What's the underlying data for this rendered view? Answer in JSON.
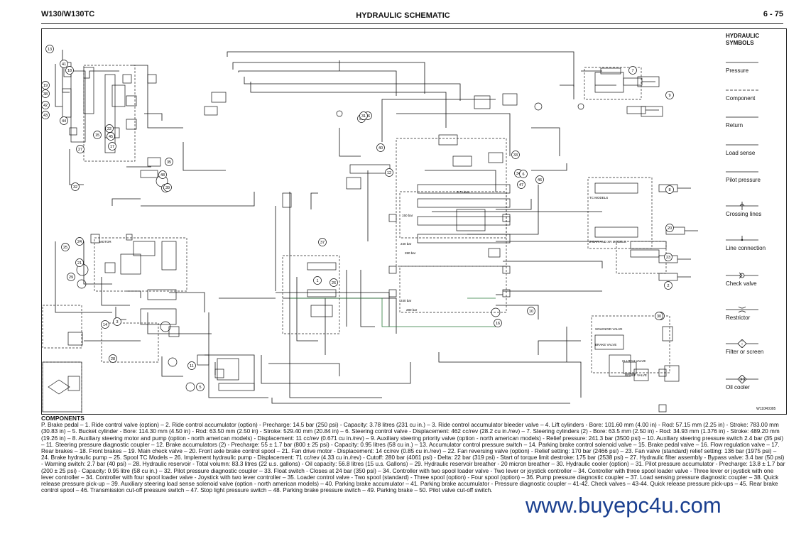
{
  "header": {
    "model": "W130/W130TC",
    "title": "HYDRAULIC SCHEMATIC",
    "page": "6 - 75"
  },
  "legend": {
    "title": "HYDRAULIC SYMBOLS",
    "items": [
      {
        "label": "Pressure",
        "icon": "pressure-line-icon"
      },
      {
        "label": "Component",
        "icon": "component-outline-icon"
      },
      {
        "label": "Return",
        "icon": "return-line-icon"
      },
      {
        "label": "Load sense",
        "icon": "load-sense-line-icon"
      },
      {
        "label": "Pilot pressure",
        "icon": "pilot-pressure-line-icon"
      },
      {
        "label": "Crossing lines",
        "icon": "crossing-lines-icon"
      },
      {
        "label": "Line connection",
        "icon": "line-connection-icon"
      },
      {
        "label": "Check valve",
        "icon": "check-valve-icon"
      },
      {
        "label": "Restrictor",
        "icon": "restrictor-icon"
      },
      {
        "label": "Filter or screen",
        "icon": "filter-icon"
      },
      {
        "label": "Oil cooler",
        "icon": "oil-cooler-icon"
      }
    ]
  },
  "figure_id": "W110R0385",
  "callouts": [
    "13",
    "41",
    "18",
    "19",
    "38",
    "42",
    "43",
    "44",
    "27",
    "15",
    "22",
    "45",
    "17",
    "35",
    "48",
    "49",
    "39",
    "32",
    "37",
    "50",
    "36",
    "40",
    "33",
    "34",
    "47",
    "46",
    "6",
    "7",
    "9",
    "8",
    "20",
    "23",
    "2",
    "24",
    "25",
    "21",
    "29",
    "14",
    "3",
    "28",
    "5",
    "11",
    "1",
    "16",
    "4",
    "10",
    "12",
    "31",
    "30",
    "26"
  ],
  "schematic_labels": {
    "tc_models": "TC MODELS",
    "z_bar_models": "Z-BAR AND XR MODELS",
    "solenoid_valve": "SOLENOID VALVE",
    "brake_valve": "BRAKE VALVE",
    "clutch_valve": "CLUTCH VALVE",
    "relief_valve": "RELIEF VALVE",
    "motor": "MOTOR",
    "bar_150": "150 bar",
    "bar_240": "240 bar",
    "bar_280": "280 bar",
    "bar_240b": "240 bar",
    "bar_280b": "280 bar",
    "lines_07": "0.7 Lines"
  },
  "components": {
    "title": "COMPONENTS",
    "text": "P. Brake pedal – 1. Ride control valve (option) – 2. Ride control accumulator (option) - Precharge: 14.5 bar (250 psi) - Capacity: 3.78 litres (231 cu in.) – 3. Ride control accumulator bleeder valve – 4. Lift cylinders - Bore: 101.60 mm (4.00 in) - Rod: 57.15 mm (2.25 in) - Stroke: 783.00 mm (30.83 in) – 5. Bucket cylinder - Bore: 114.30 mm (4.50 in) - Rod: 63.50 mm (2.50 in) - Stroke: 529.40 mm (20.84 in) – 6. Steering control valve - Displacement: 462 cc/rev (28.2 cu in./rev) – 7. Steering cylinders (2) - Bore: 63.5 mm (2.50 in) - Rod: 34.93 mm (1.376 in) - Stroke: 489.20 mm (19.26 in) – 8. Auxiliary steering motor and pump (option - north american models) - Displacement: 11 cc/rev (0.671 cu in./rev) – 9. Auxiliary steering priority valve (option - north american models) - Relief pressure: 241.3 bar (3500 psi) – 10. Auxiliary steering pressure switch 2.4 bar (35 psi) – 11. Steering pressure diagnostic coupler – 12. Brake accumulators (2) - Precharge: 55 ± 1.7 bar (800 ± 25 psi) - Capacity: 0.95 litres (58 cu in.) – 13. Accumulator control pressure switch – 14. Parking brake control solenoid valve – 15. Brake pedal valve – 16. Flow regulation valve – 17. Rear brakes – 18. Front brakes – 19. Main check valve – 20. Front axle brake control spool – 21. Fan drive motor - Displacement: 14 cc/rev (0.85 cu in./rev) – 22. Fan reversing valve (option) - Relief setting: 170 bar (2466 psi) – 23. Fan valve (standard) relief setting: 136 bar (1975 psi) – 24. Brake hydraulic pump – 25. Spool TC Models – 26. Implement hydraulic pump - Displacement: 71 cc/rev (4.33 cu in./rev) - Cutoff: 280 bar (4061 psi) - Delta: 22 bar (319 psi) - Start of torque limit destroke: 175 bar (2538 psi) – 27. Hydraulic filter assembly - Bypass valve: 3.4 bar (50 psi) - Warning switch: 2.7 bar (40 psi) – 28. Hydraulic reservoir - Total volumn: 83.3 litres (22 u.s. gallons) - Oil capacity: 56.8 litres (15 u.s. Gallons) – 29. Hydraulic reservoir breather - 20 micron breather – 30. Hydraulic cooler (option) – 31. Pilot pressure accumulator - Precharge: 13.8 ± 1.7 bar (200 ± 25 psi) - Capacity: 0.95 litre (58 cu in.) – 32. Pilot pressure diagnostic coupler – 33. Float switch - Closes at 24 bar (350 psi) – 34. Controller with two spool loader valve - Two lever or joystick controller – 34. Controller with three spool loader valve - Three lever or joystick with one lever controller – 34. Controller with four spool loader valve - Joystick with two lever controller – 35. Loader control valve - Two spool (standard) - Three spool (option) - Four spool (option) – 36. Pump pressure diagnostic coupler – 37. Load sensing pressure diagnostic coupler – 38. Quick release pressure pick-up – 39. Auxiliary steering load sense solenoid valve (option - north american models) – 40. Parking brake accumulator – 41. Parking brake accumulator - Pressure diagnostic coupler – 41-42. Check valves – 43-44. Quick release pressure pick-ups – 45. Rear brake control spool – 46. Transmission cut-off pressure switch – 47. Stop light pressure switch – 48. Parking brake pressure switch – 49. Parking brake – 50. Pilot valve cut-off switch."
  },
  "watermark": "www.buyepc4u.com",
  "colors": {
    "line": "#111111",
    "dashed": "#222222",
    "return_green": "#2a7a3a",
    "watermark": "#1a3f8f"
  }
}
